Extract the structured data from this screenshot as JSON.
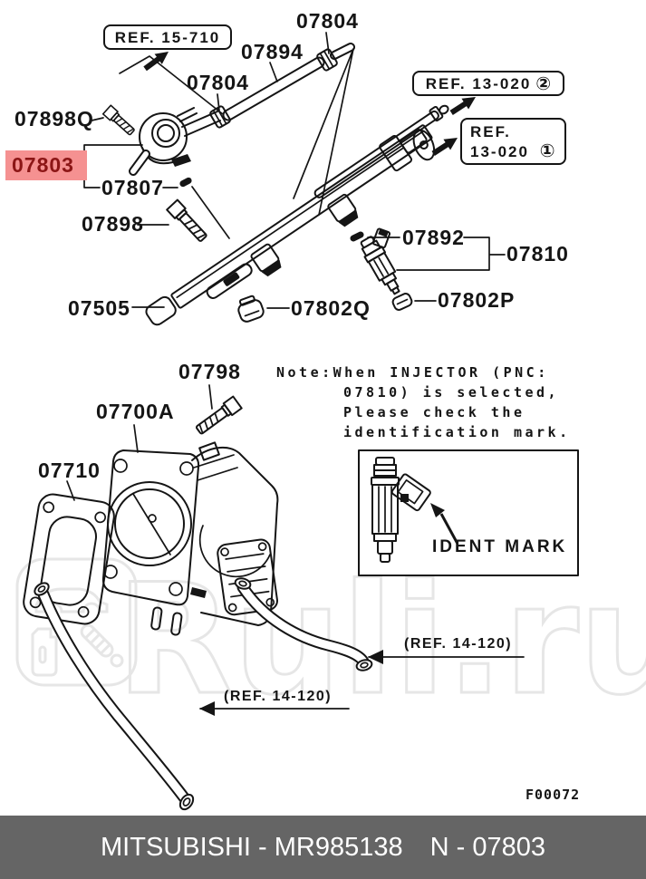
{
  "parts": {
    "hose_clamp_top": "07804",
    "hose": "07894",
    "hose_clamp_mid": "07804",
    "bolt_small": "07898Q",
    "highlighted": "07803",
    "pin": "07807",
    "rail_bolt": "07898",
    "clip": "07892",
    "injector": "07810",
    "rail_end": "07505",
    "cap_q": "07802Q",
    "cap_p": "07802P",
    "tb_bolt": "07798",
    "throttle_body": "07700A",
    "gasket": "07710"
  },
  "refs": {
    "ref_15_710": "REF. 15-710",
    "ref_13_020_2": "REF. 13-020",
    "ref_13_020_2_num": "②",
    "ref_13_020_1_line1": "REF.",
    "ref_13_020_1_line2": "13-020",
    "ref_13_020_1_num": "①",
    "ref_14_120_right": "(REF. 14-120)",
    "ref_14_120_bottom": "(REF. 14-120)"
  },
  "note": {
    "lines": [
      "Note:When INJECTOR (PNC:",
      "07810) is selected,",
      "Please check the",
      "identification mark."
    ],
    "ident_mark": "IDENT MARK"
  },
  "figure_code": "F00072",
  "footer": {
    "left": "MITSUBISHI - MR985138",
    "right": "N - 07803"
  },
  "watermark": {
    "text": "Ruli.ru"
  },
  "colors": {
    "line": "#151515",
    "paper": "#ffffff",
    "highlight_bg": "#f59191",
    "highlight_text": "#8c1616",
    "footer_bg": "#656565",
    "footer_text": "#ffffff",
    "watermark": "#e6e6e6"
  }
}
